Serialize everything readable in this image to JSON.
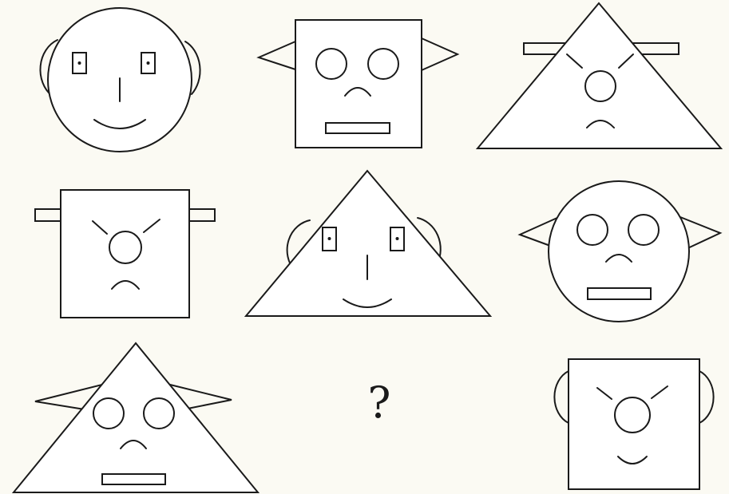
{
  "puzzle": {
    "missing_cell_mark": "?",
    "ink_color": "#1a1a1a",
    "background_color": "#fbfaf3",
    "grid": {
      "rows": 3,
      "columns": 3
    },
    "cells": [
      {
        "row": 1,
        "col": 1,
        "head": "circle",
        "ears": "round",
        "eyes": "small-squares-with-dots",
        "nose": "line",
        "mouth": "smile",
        "brows": "none"
      },
      {
        "row": 1,
        "col": 2,
        "head": "square",
        "ears": "pointed",
        "eyes": "circles",
        "nose": "none",
        "mouth": "frown-and-bar",
        "brows": "none"
      },
      {
        "row": 1,
        "col": 3,
        "head": "triangle",
        "ears": "bar-through",
        "eyes": "none",
        "nose": "circle",
        "mouth": "frown",
        "brows": "angry"
      },
      {
        "row": 2,
        "col": 1,
        "head": "square",
        "ears": "bar",
        "eyes": "none",
        "nose": "circle",
        "mouth": "frown",
        "brows": "angry"
      },
      {
        "row": 2,
        "col": 2,
        "head": "triangle",
        "ears": "round",
        "eyes": "small-squares-with-dots",
        "nose": "line",
        "mouth": "smile",
        "brows": "none"
      },
      {
        "row": 2,
        "col": 3,
        "head": "circle",
        "ears": "pointed",
        "eyes": "circles",
        "nose": "none",
        "mouth": "frown-and-bar",
        "brows": "none"
      },
      {
        "row": 3,
        "col": 1,
        "head": "triangle",
        "ears": "pointed",
        "eyes": "circles",
        "nose": "none",
        "mouth": "frown-and-bar",
        "brows": "none"
      },
      {
        "row": 3,
        "col": 2,
        "head": "unknown",
        "ears": "",
        "eyes": "",
        "nose": "",
        "mouth": "",
        "brows": ""
      },
      {
        "row": 3,
        "col": 3,
        "head": "square",
        "ears": "round",
        "eyes": "none",
        "nose": "circle",
        "mouth": "smile",
        "brows": "angry"
      }
    ]
  }
}
